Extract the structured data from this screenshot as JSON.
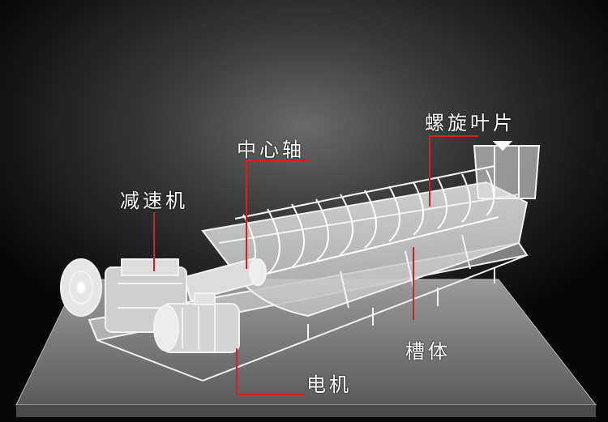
{
  "labels": {
    "screw_blades": "螺旋叶片",
    "center_shaft": "中心轴",
    "reducer": "减速机",
    "tank": "槽体",
    "motor": "电机"
  },
  "colors": {
    "leader_line": "#d42020",
    "label_text": "#ffffff",
    "machine_line": "#f2f2f2",
    "platform": "#8a8a8a"
  }
}
